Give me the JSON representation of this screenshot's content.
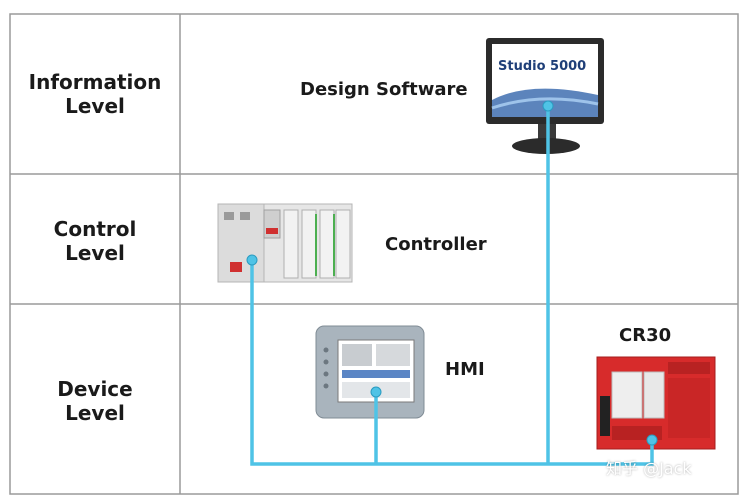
{
  "levels": {
    "information": [
      "Information",
      "Level"
    ],
    "control": [
      "Control",
      "Level"
    ],
    "device": [
      "Device",
      "Level"
    ]
  },
  "devices": {
    "design_software": "Design Software",
    "controller": "Controller",
    "hmi": "HMI",
    "cr30": "CR30"
  },
  "monitor_screen_text": "Studio 5000",
  "watermark": "知乎 @Jack",
  "colors": {
    "grid": "#9a9a9a",
    "network_line": "#4fc3e6",
    "cr30_red": "#d72b2b",
    "controller_body": "#e6e6e6",
    "hmi_frame": "#a9b4bd"
  }
}
